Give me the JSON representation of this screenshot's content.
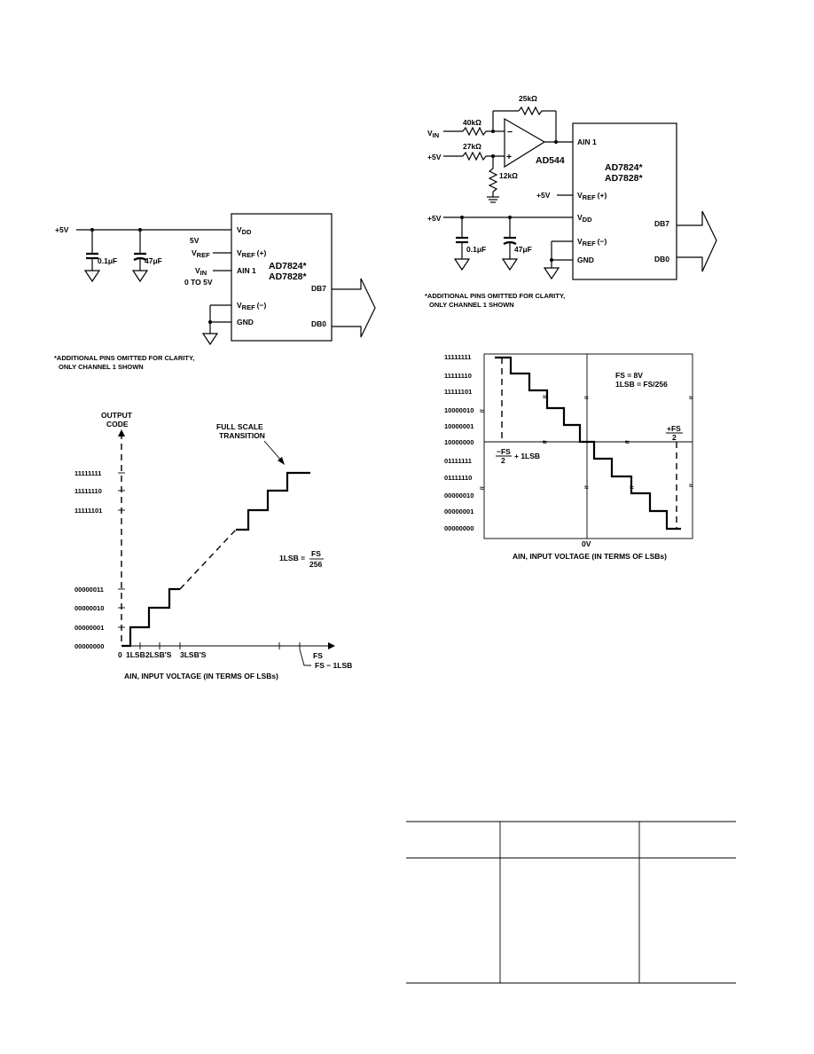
{
  "fig_left_circuit": {
    "supply": "+5V",
    "cap1": "0.1μF",
    "cap2": "47μF",
    "vref_label": "5V",
    "vref_sig": "V",
    "vref_sub": "REF",
    "vin_sig": "V",
    "vin_sub": "IN",
    "vin_range": "0 TO 5V",
    "pin_vdd": "V",
    "pin_vdd_sub": "DD",
    "pin_vref_plus": "V",
    "pin_vref_plus_sub": "REF",
    "pin_vref_plus_suf": "(+)",
    "pin_ain1": "AIN 1",
    "pin_vref_minus": "V",
    "pin_vref_minus_sub": "REF",
    "pin_vref_minus_suf": "(−)",
    "pin_gnd": "GND",
    "chip_line1": "AD7824*",
    "chip_line2": "AD7828*",
    "db7": "DB7",
    "db0": "DB0",
    "note_line1": "*ADDITIONAL PINS OMITTED FOR CLARITY,",
    "note_line2": "ONLY CHANNEL 1 SHOWN"
  },
  "fig_right_circuit": {
    "r_feedback": "25kΩ",
    "r_in": "40kΩ",
    "r_bias": "27kΩ",
    "r_gnd": "12kΩ",
    "vin_sig": "V",
    "vin_sub": "IN",
    "supply_bias": "+5V",
    "opamp": "AD544",
    "minus_sign": "−",
    "plus_sign": "+",
    "pin_ain1": "AIN 1",
    "chip_line1": "AD7824*",
    "chip_line2": "AD7828*",
    "vref_supply": "+5V",
    "pin_vref_plus": "V",
    "pin_vref_plus_sub": "REF",
    "pin_vref_plus_suf": "(+)",
    "supply": "+5V",
    "pin_vdd": "V",
    "pin_vdd_sub": "DD",
    "cap1": "0.1μF",
    "cap2": "47μF",
    "pin_vref_minus": "V",
    "pin_vref_minus_sub": "REF",
    "pin_vref_minus_suf": "(−)",
    "pin_gnd": "GND",
    "db7": "DB7",
    "db0": "DB0",
    "note_line1": "*ADDITIONAL PINS OMITTED FOR CLARITY,",
    "note_line2": "ONLY CHANNEL 1 SHOWN"
  },
  "fig_unipolar": {
    "y_title1": "OUTPUT",
    "y_title2": "CODE",
    "y_codes": [
      "11111111",
      "11111110",
      "11111101",
      "00000011",
      "00000010",
      "00000001",
      "00000000"
    ],
    "x_ticks": [
      "0",
      "1LSB",
      "2LSB'S",
      "3LSB'S"
    ],
    "x_fs": "FS",
    "x_fs_minus": "FS − 1LSB",
    "x_title": "AIN, INPUT VOLTAGE (IN TERMS OF LSBs)",
    "annot1": "FULL SCALE",
    "annot2": "TRANSITION",
    "lsb_eq": "1LSB =",
    "lsb_num": "FS",
    "lsb_den": "256"
  },
  "fig_bipolar": {
    "y_codes": [
      "11111111",
      "11111110",
      "11111101",
      "10000010",
      "10000001",
      "10000000",
      "01111111",
      "01111110",
      "00000010",
      "00000001",
      "00000000"
    ],
    "fs_eq": "FS = 8V",
    "lsb_eq": "1LSB = FS/256",
    "pos_fs_num": "+FS",
    "pos_fs_den": "2",
    "neg_fs_num": "−FS",
    "neg_fs_den": "2",
    "neg_fs_suffix": "+ 1LSB",
    "zero": "0V",
    "x_title": "AIN, INPUT VOLTAGE (IN TERMS OF LSBs)"
  }
}
